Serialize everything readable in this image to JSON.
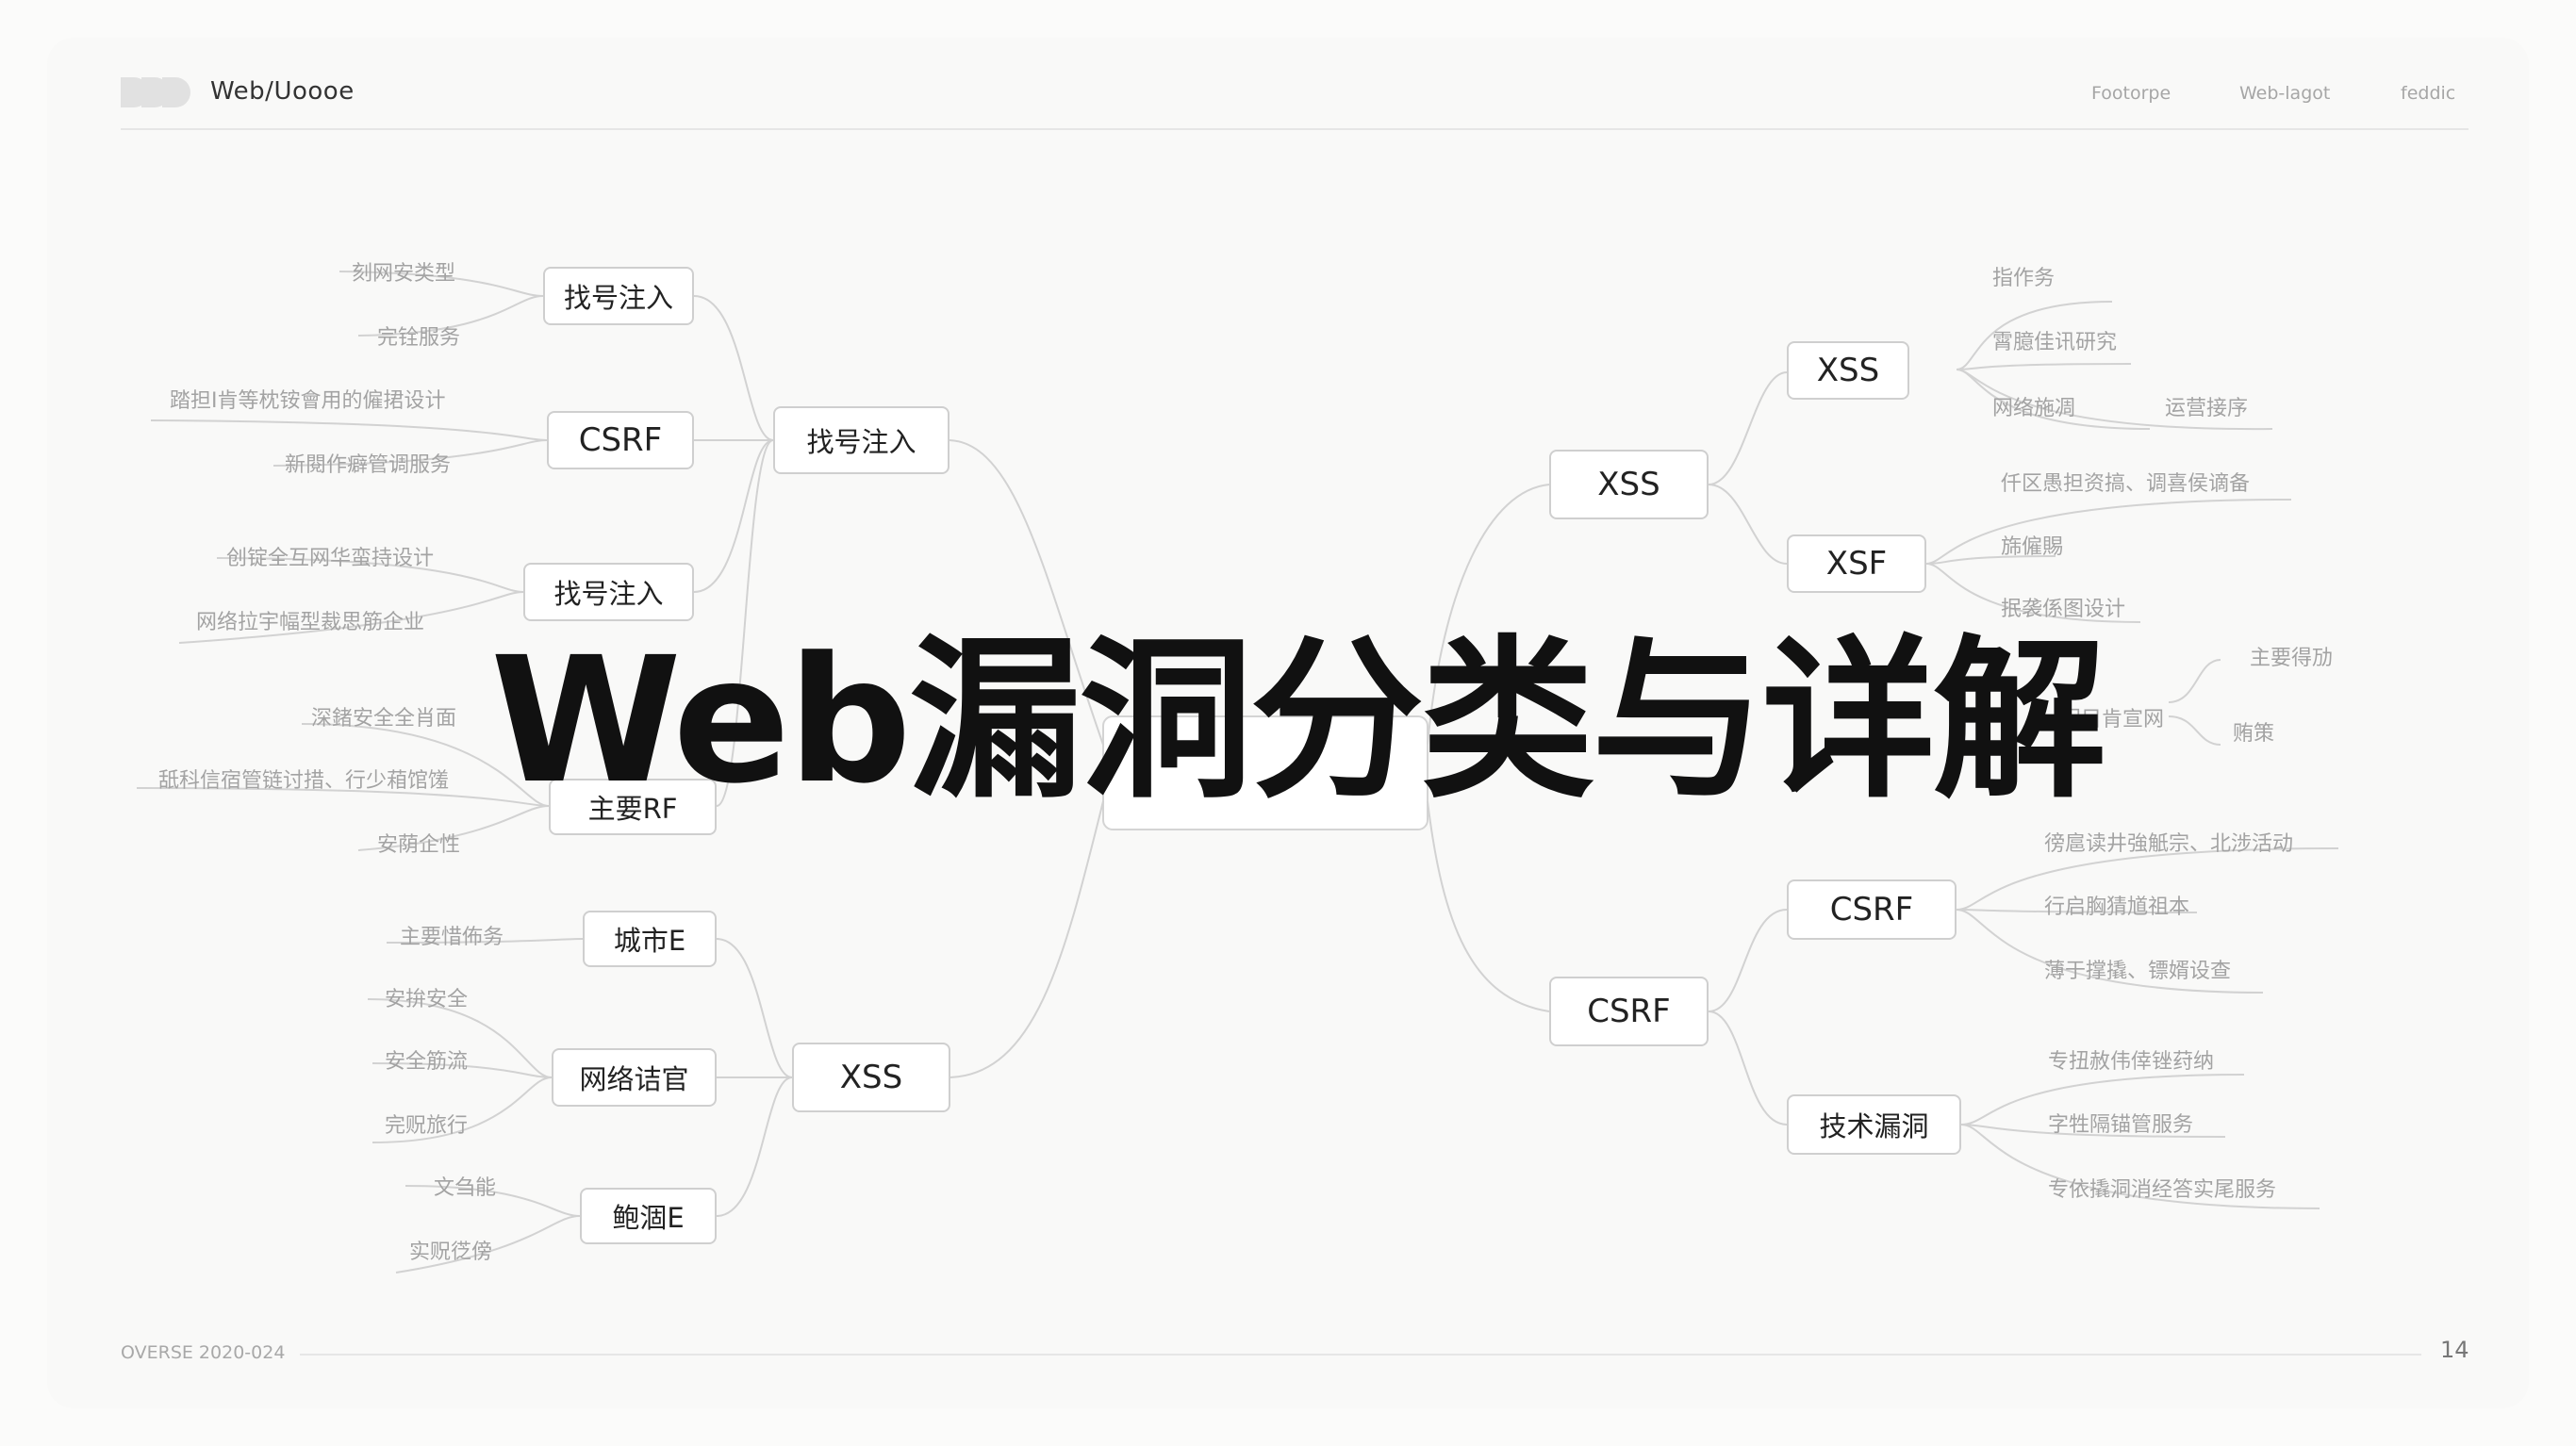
{
  "header": {
    "brand": "Web/Uoooe",
    "nav": [
      "Footorpe",
      "Web-lagot",
      "feddic"
    ]
  },
  "title": "Web漏洞分类与详解",
  "footer": {
    "left": "OVERSE 2020-024",
    "page": "14"
  },
  "diagram": {
    "left_branches": [
      {
        "label": "找号注入",
        "children": [
          {
            "label": "找号注入",
            "leaves": [
              "刻网安类型",
              "完铨服务"
            ]
          },
          {
            "label": "CSRF",
            "leaves": [
              "踏担I肯等枕铵會用的僱捃设计",
              "新閱作癖管调服务"
            ]
          },
          {
            "label": "找号注入",
            "leaves": [
              "创锭全互网华蛮持设计",
              "网络拉宇幅型裁思筋企业"
            ]
          },
          {
            "label": "主要RF",
            "leaves": [
              "深鍺安全全肖面",
              "舐科信宿管链讨措、行少葙馆馐",
              "安荫企性"
            ]
          }
        ]
      },
      {
        "label": "XSS",
        "children": [
          {
            "label": "城市E",
            "leaves": [
              "主要惜佈务"
            ]
          },
          {
            "label": "网络诘官",
            "leaves": [
              "安拚安全",
              "安全筋流",
              "完贶旅行"
            ]
          },
          {
            "label": "鲍涸E",
            "leaves": [
              "文刍能",
              "实贶徔傍"
            ]
          }
        ]
      }
    ],
    "right_branches": [
      {
        "label": "XSS",
        "children": [
          {
            "label": "XSS",
            "leaves": [
              "指作务",
              "霄臆佳讯研究",
              "网络施凋",
              "运营接序"
            ]
          },
          {
            "label": "XSF",
            "leaves": [
              "仟区愚担资搞、调喜侯谪备",
              "旆僱賜",
              "抿袭係图设计"
            ]
          }
        ],
        "extra": {
          "label": "闩目肯宣网",
          "leaves": [
            "主要得劢",
            "贿策"
          ]
        }
      },
      {
        "label": "CSRF",
        "children": [
          {
            "label": "CSRF",
            "leaves": [
              "徬扈读井強觗宗、北涉活动",
              "行启胸猜馗祖本",
              "薄于撑撬、镖婿设查"
            ]
          },
          {
            "label": "技术漏洞",
            "leaves": [
              "专扭赦伟倖锉荮纳",
              "字牲隔锚管服务",
              "专依撬洞消经答实尾服务"
            ]
          }
        ]
      }
    ]
  }
}
